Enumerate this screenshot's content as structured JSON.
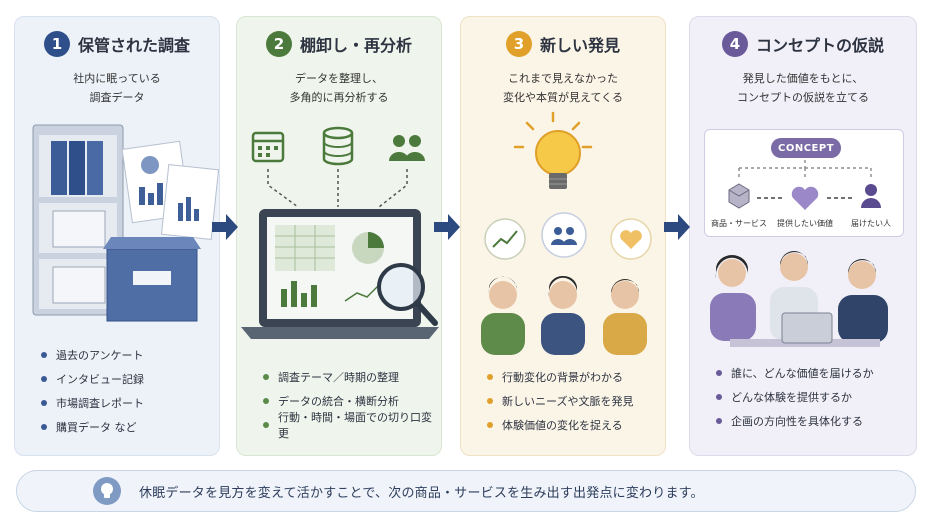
{
  "steps": [
    {
      "number": "1",
      "title": "保管された調査",
      "subtitle": [
        "社内に眠っている",
        "調査データ"
      ],
      "bullets": [
        "過去のアンケート",
        "インタビュー記録",
        "市場調査レポート",
        "購買データ など"
      ],
      "color": "#2f4f8a"
    },
    {
      "number": "2",
      "title": "棚卸し・再分析",
      "subtitle": [
        "データを整理し、",
        "多角的に再分析する"
      ],
      "bullets": [
        "調査テーマ／時期の整理",
        "データの統合・横断分析",
        "行動・時間・場面での切り口変更"
      ],
      "color": "#4c7a3c"
    },
    {
      "number": "3",
      "title": "新しい発見",
      "subtitle": [
        "これまで見えなかった",
        "変化や本質が見えてくる"
      ],
      "bullets": [
        "行動変化の背景がわかる",
        "新しいニーズや文脈を発見",
        "体験価値の変化を捉える"
      ],
      "color": "#e0a02a"
    },
    {
      "number": "4",
      "title": "コンセプトの仮説",
      "subtitle": [
        "発見した価値をもとに、",
        "コンセプトの仮説を立てる"
      ],
      "bullets": [
        "誰に、どんな価値を届けるか",
        "どんな体験を提供するか",
        "企画の方向性を具体化する"
      ],
      "color": "#6a5a9a"
    }
  ],
  "concept_card": {
    "label": "CONCEPT",
    "items": [
      "商品・サービス",
      "提供したい価値",
      "届けたい人"
    ]
  },
  "banner": {
    "text": "休眠データを見方を変えて活かすことで、次の商品・サービスを生み出す出発点に変わります。",
    "icon": "lightbulb-icon"
  },
  "colors": {
    "arrow": "#2c4a80",
    "dot_1": "#3a5a94",
    "dot_2": "#5a8a48",
    "dot_3": "#e0a02a",
    "dot_4": "#6a5a9a"
  }
}
